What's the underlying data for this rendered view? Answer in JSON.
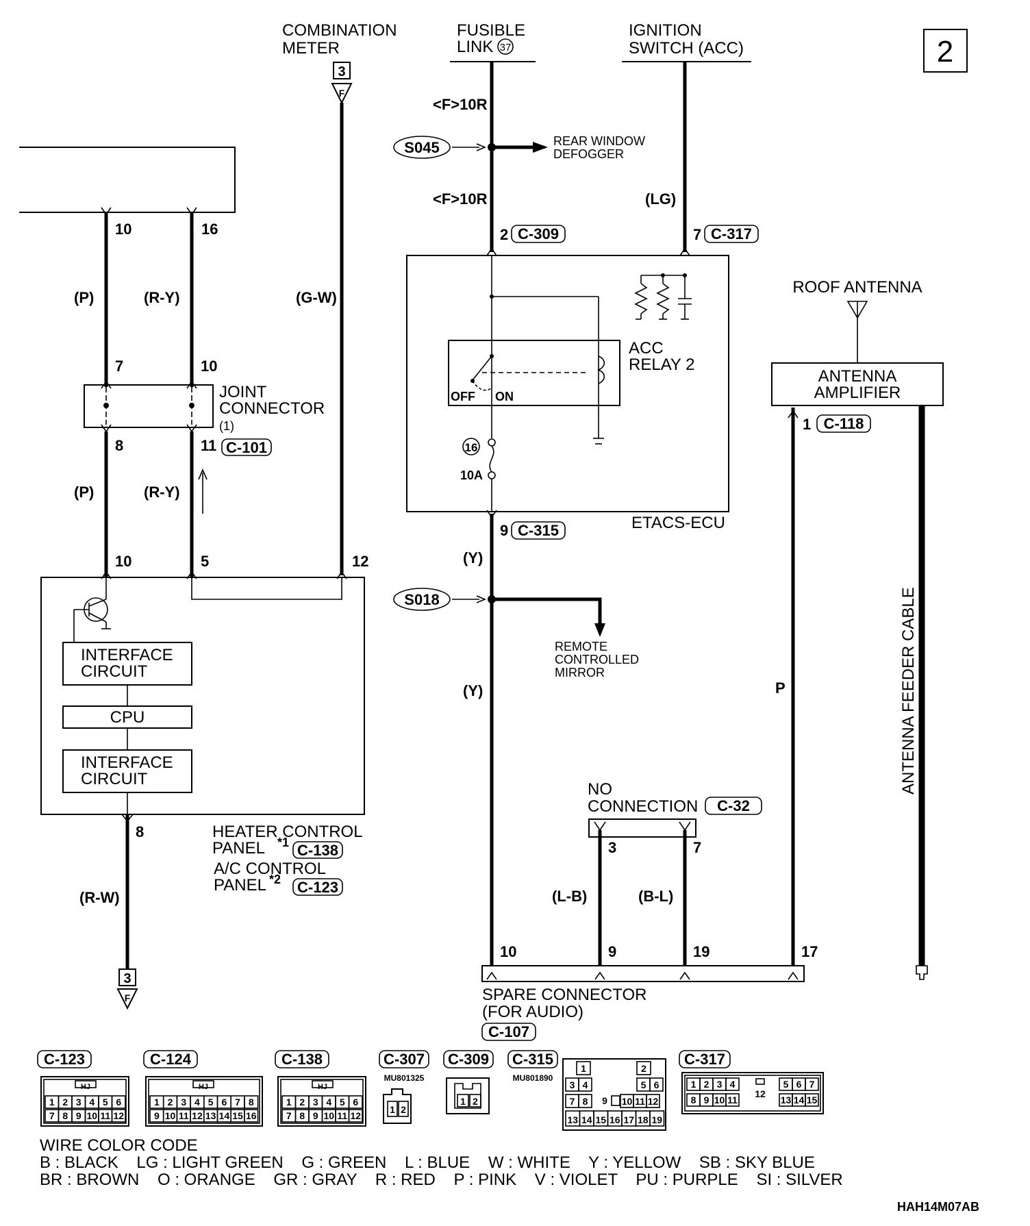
{
  "page_number": "2",
  "top_labels": {
    "combination_meter": [
      "COMBINATION",
      "METER"
    ],
    "fusible_link": [
      "FUSIBLE",
      "LINK"
    ],
    "fusible_link_no": "37",
    "ignition_switch": [
      "IGNITION",
      "SWITCH (ACC)"
    ]
  },
  "ref_box_3": "3",
  "ref_letter_f": "F",
  "wire_fr_top": "<F>10R",
  "wire_fr_bottom": "<F>10R",
  "wire_lg": "(LG)",
  "splice_s045": "S045",
  "rear_defogger": [
    "REAR WINDOW",
    "DEFOGGER"
  ],
  "pin_2": "2",
  "conn_c309": "C-309",
  "pin_7_ign": "7",
  "conn_c317": "C-317",
  "left": {
    "pin_10_top": "10",
    "pin_16_top": "16",
    "wire_p": "(P)",
    "wire_ry": "(R-Y)",
    "wire_gw": "(G-W)",
    "pin_7": "7",
    "pin_10_jc": "10",
    "joint_connector": [
      "JOINT",
      "CONNECTOR",
      "(1)"
    ],
    "pin_8": "8",
    "pin_11": "11",
    "conn_c101": "C-101",
    "wire_p2": "(P)",
    "wire_ry2": "(R-Y)",
    "pin_10_hc": "10",
    "pin_5_hc": "5",
    "pin_12_hc": "12",
    "interface_circuit_1": [
      "INTERFACE",
      "CIRCUIT"
    ],
    "cpu": "CPU",
    "interface_circuit_2": [
      "INTERFACE",
      "CIRCUIT"
    ],
    "pin_8_hc": "8",
    "heater_panel": [
      "HEATER CONTROL",
      "PANEL"
    ],
    "star1": "*1",
    "conn_c138": "C-138",
    "ac_panel": [
      "A/C CONTROL",
      "PANEL"
    ],
    "star2": "*2",
    "conn_c123": "C-123",
    "wire_rw": "(R-W)"
  },
  "etacs": {
    "acc_relay": [
      "ACC",
      "RELAY 2"
    ],
    "off": "OFF",
    "on": "ON",
    "fuse_no": "16",
    "fuse_amp": "10A",
    "name": "ETACS-ECU",
    "pin_9": "9",
    "conn_c315": "C-315"
  },
  "wire_y1": "(Y)",
  "wire_y2": "(Y)",
  "splice_s018": "S018",
  "remote_mirror": [
    "REMOTE",
    "CONTROLLED",
    "MIRROR"
  ],
  "roof_antenna": "ROOF ANTENNA",
  "antenna_amp": [
    "ANTENNA",
    "AMPLIFIER"
  ],
  "pin_1_amp": "1",
  "conn_c118": "C-118",
  "wire_p_right": "P",
  "antenna_cable": "ANTENNA FEEDER CABLE",
  "no_connection": [
    "NO",
    "CONNECTION"
  ],
  "conn_c32": "C-32",
  "pin_3_nc": "3",
  "pin_7_nc": "7",
  "wire_lb": "(L-B)",
  "wire_bl": "(B-L)",
  "spare": {
    "pins": [
      "10",
      "9",
      "19",
      "17"
    ],
    "label": [
      "SPARE CONNECTOR",
      "(FOR AUDIO)"
    ],
    "conn": "C-107"
  },
  "connectors": {
    "c123": {
      "name": "C-123",
      "tag": "HJ",
      "row1": [
        "1",
        "2",
        "3",
        "4",
        "5",
        "6"
      ],
      "row2": [
        "7",
        "8",
        "9",
        "10",
        "11",
        "12"
      ]
    },
    "c124": {
      "name": "C-124",
      "tag": "HJ",
      "row1": [
        "1",
        "2",
        "3",
        "4",
        "5",
        "6",
        "7",
        "8"
      ],
      "row2": [
        "9",
        "10",
        "11",
        "12",
        "13",
        "14",
        "15",
        "16"
      ]
    },
    "c138": {
      "name": "C-138",
      "tag": "HJ",
      "row1": [
        "1",
        "2",
        "3",
        "4",
        "5",
        "6"
      ],
      "row2": [
        "7",
        "8",
        "9",
        "10",
        "11",
        "12"
      ]
    },
    "c307": {
      "name": "C-307",
      "part": "MU801325",
      "cells": [
        "1",
        "2"
      ]
    },
    "c309": {
      "name": "C-309",
      "cells": [
        "1",
        "2"
      ]
    },
    "c315": {
      "name": "C-315",
      "part": "MU801890",
      "r1": [
        "1",
        "2"
      ],
      "r2": [
        "3",
        "4",
        "5",
        "6"
      ],
      "r3": [
        "7",
        "8",
        "10",
        "11",
        "12"
      ],
      "mid": "9",
      "r4": [
        "13",
        "14",
        "15",
        "16",
        "17",
        "18",
        "19"
      ]
    },
    "c317": {
      "name": "C-317",
      "r1": [
        "1",
        "2",
        "3",
        "4",
        "5",
        "6",
        "7"
      ],
      "r2": [
        "8",
        "9",
        "10",
        "11",
        "13",
        "14",
        "15"
      ],
      "big": "12"
    }
  },
  "wire_color_code": {
    "title": "WIRE COLOR CODE",
    "line1": "B : BLACK    LG : LIGHT GREEN    G : GREEN    L : BLUE    W : WHITE    Y : YELLOW    SB : SKY BLUE",
    "line2": "BR : BROWN    O : ORANGE    GR : GRAY    R : RED    P : PINK    V : VIOLET    PU : PURPLE    SI : SILVER"
  },
  "figure_code": "HAH14M07AB"
}
